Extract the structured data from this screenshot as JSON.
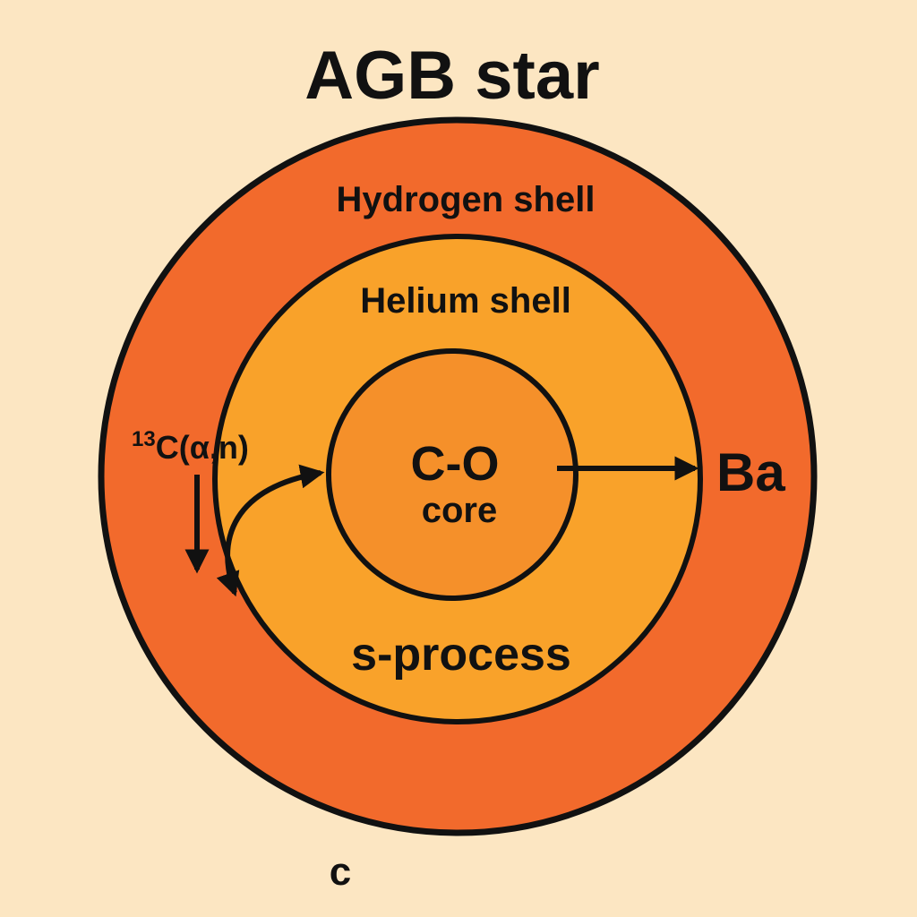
{
  "title": "AGB star",
  "layers": {
    "hydrogen_shell": "Hydrogen shell",
    "helium_shell": "Helium shell",
    "core_line1": "C-O",
    "core_line2": "core"
  },
  "process_label": "s-process",
  "product_label": "Ba",
  "reaction": {
    "superscript": "13",
    "text": "C(α,n)"
  },
  "stray_glyph": "c",
  "colors": {
    "background": "#fce6c2",
    "hydrogen_shell": "#f26a2c",
    "helium_shell": "#f9a22a",
    "core": "#f5902a",
    "outline": "#111111"
  }
}
